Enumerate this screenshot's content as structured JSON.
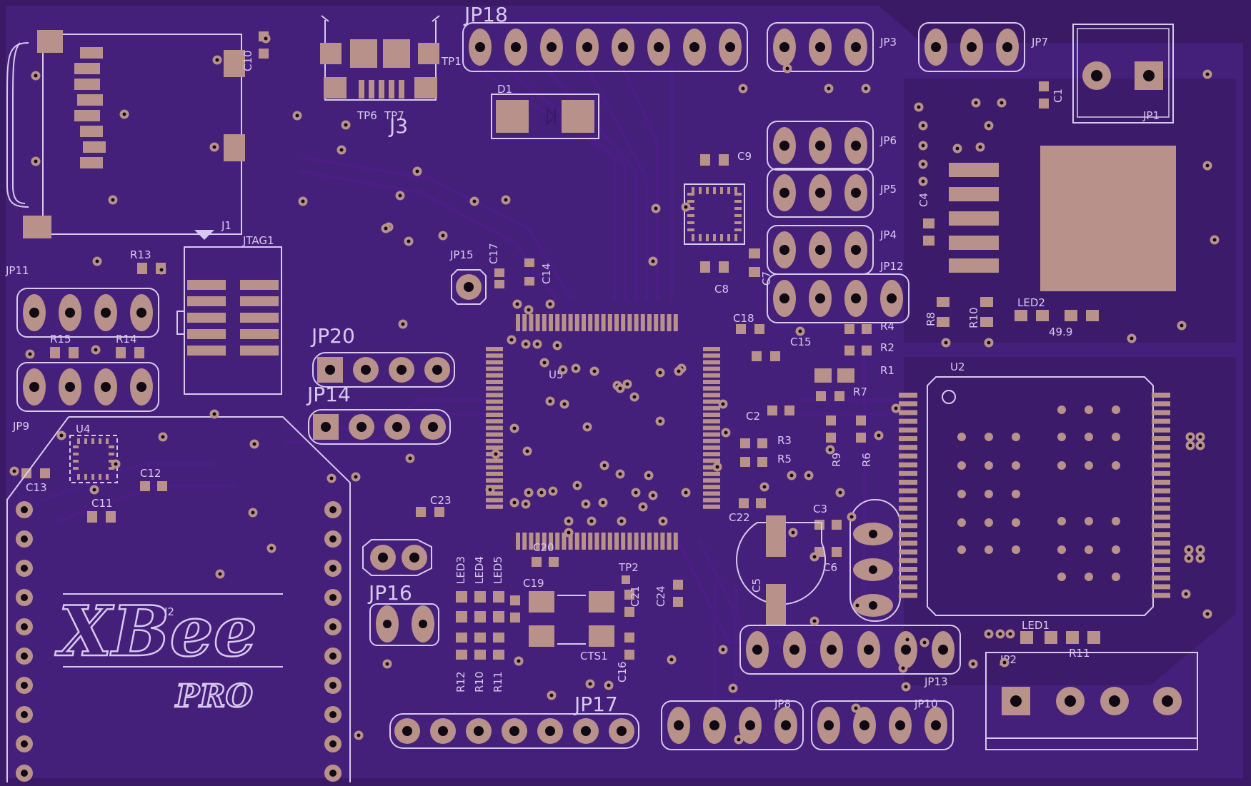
{
  "board": {
    "colors": {
      "substrate": "#3a1a64",
      "pour": "#45207a",
      "silk": "#d8c9ef",
      "copper": "#b8918a",
      "drill": "#100a14"
    }
  },
  "labels": {
    "JP18": "JP18",
    "JP3": "JP3",
    "JP7": "JP7",
    "JP1": "JP1",
    "TP1": "TP1",
    "TP6": "TP6",
    "TP7": "TP7",
    "J3": "J3",
    "D1": "D1",
    "C10": "C10",
    "J1": "J1",
    "JTAG1": "JTAG1",
    "R13": "R13",
    "JP11": "JP11",
    "R15": "R15",
    "R14": "R14",
    "JP9": "JP9",
    "U4": "U4",
    "C13": "C13",
    "C12": "C12",
    "C11": "C11",
    "J2": "J2",
    "JP15": "JP15",
    "C17": "C17",
    "C14": "C14",
    "JP20": "JP20",
    "JP14": "JP14",
    "C9": "C9",
    "C8": "C8",
    "C7": "C7",
    "JP6": "JP6",
    "JP5": "JP5",
    "JP4": "JP4",
    "JP12": "JP12",
    "C18": "C18",
    "C15": "C15",
    "R4": "R4",
    "R2": "R2",
    "R1": "R1",
    "R7": "R7",
    "U5": "U5",
    "C2": "C2",
    "R3": "R3",
    "R5": "R5",
    "R9": "R9",
    "R6": "R6",
    "C22": "C22",
    "C3": "C3",
    "C6": "C6",
    "C5": "C5",
    "C23": "C23",
    "C20": "C20",
    "LED3": "LED3",
    "LED4": "LED4",
    "LED5": "LED5",
    "C19": "C19",
    "TP2": "TP2",
    "C21": "C21",
    "C24": "C24",
    "CTS1": "CTS1",
    "C16": "C16",
    "R12": "R12",
    "R10b": "R10",
    "R11b": "R11",
    "JP16": "JP16",
    "JP17": "JP17",
    "JP8": "JP8",
    "JP10": "JP10",
    "JP13": "JP13",
    "U2": "U2",
    "LED1": "LED1",
    "R11": "R11",
    "JP2": "JP2",
    "C1": "C1",
    "C4": "C4",
    "R8": "R8",
    "R10": "R10",
    "LED2": "LED2",
    "res_value": "49.9"
  },
  "logo": {
    "main": "XBee",
    "sub": "PRO"
  }
}
